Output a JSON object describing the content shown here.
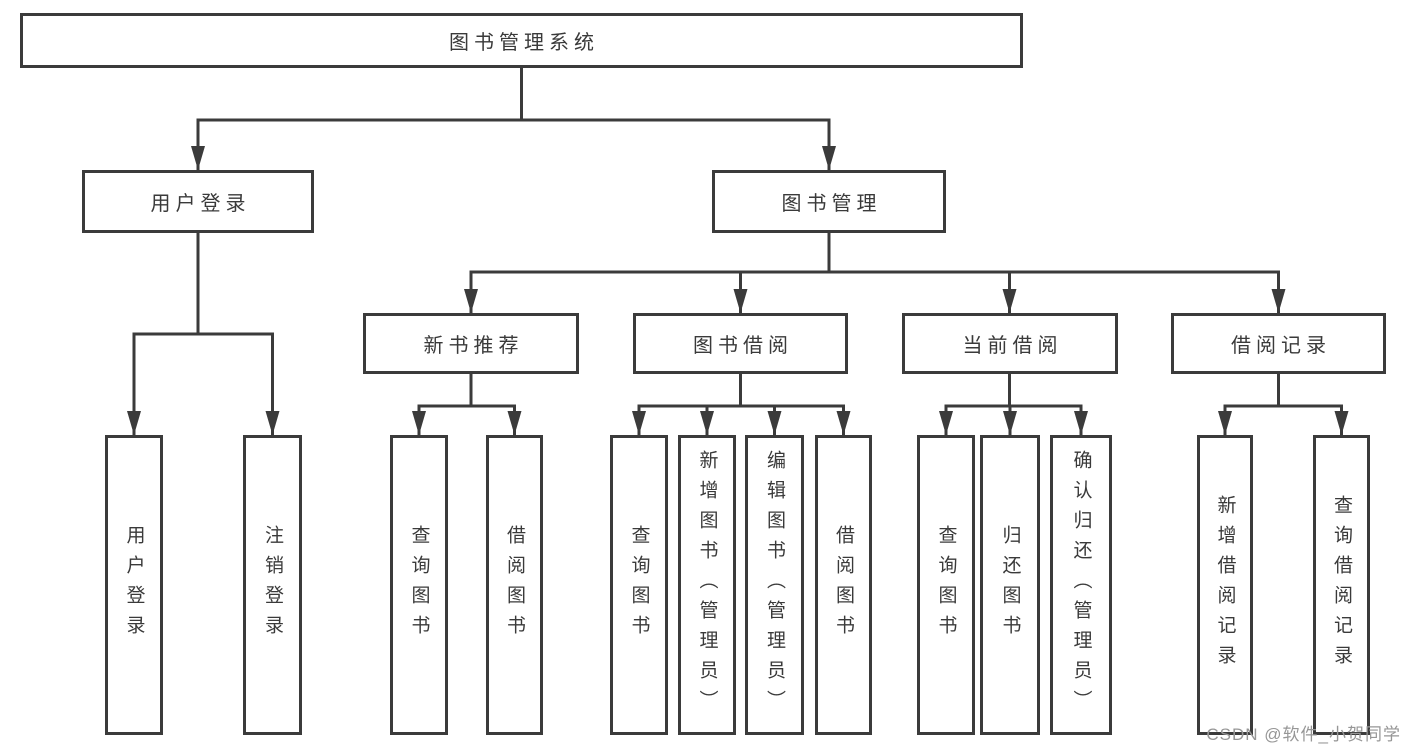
{
  "tree": {
    "root": "图书管理系统",
    "user_login": {
      "label": "用户登录",
      "children": [
        "用户登录",
        "注销登录"
      ]
    },
    "book_management": {
      "label": "图书管理",
      "children": [
        {
          "label": "新书推荐",
          "children": [
            "查询图书",
            "借阅图书"
          ]
        },
        {
          "label": "图书借阅",
          "children": [
            "查询图书",
            "新增图书（管理员）",
            "编辑图书（管理员）",
            "借阅图书"
          ]
        },
        {
          "label": "当前借阅",
          "children": [
            "查询图书",
            "归还图书",
            "确认归还（管理员）"
          ]
        },
        {
          "label": "借阅记录",
          "children": [
            "新增借阅记录",
            "查询借阅记录"
          ]
        }
      ]
    }
  },
  "watermark": "CSDN @软件_小贺同学",
  "colors": {
    "line": "#3b3b3b",
    "text": "#3a3a3a",
    "watermark": "#969696",
    "background": "#ffffff"
  }
}
